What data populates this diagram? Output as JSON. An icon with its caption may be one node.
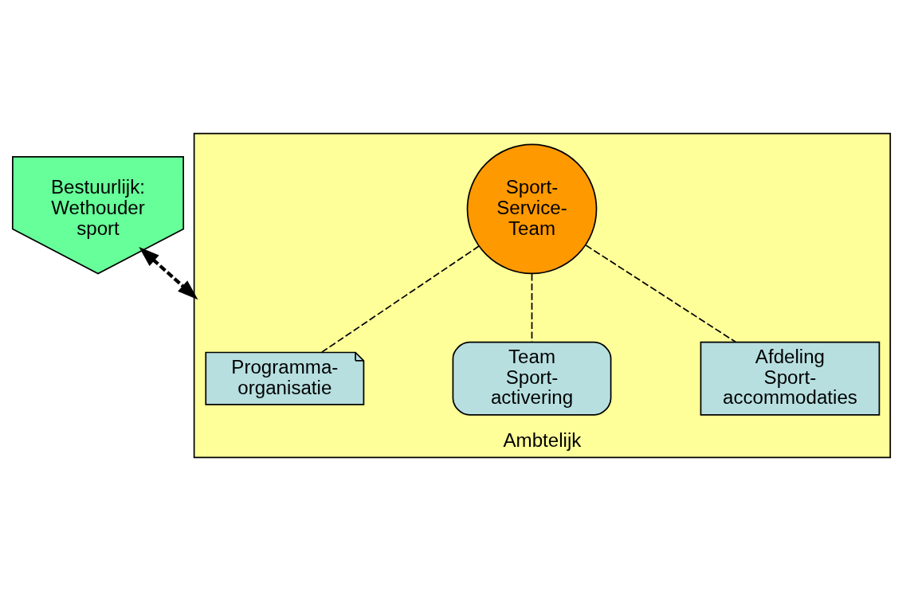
{
  "diagram": {
    "nodes": [
      {
        "text": [
          "Bestuurlijk:",
          "Wethouder sport"
        ]
      },
      {
        "text": [
          "Ambtelijk"
        ]
      },
      {
        "text": [
          "Programma- organisatie"
        ],
        "in": 1
      },
      {
        "text": [
          "Sport- Service- Team"
        ],
        "in": 1
      },
      {
        "text": [
          "Team Sport- activering"
        ],
        "in": 1
      },
      {
        "text": [
          "Afdeling Sport- accommodaties"
        ],
        "in": 1
      }
    ],
    "edges": [
      {
        "from": 0,
        "to": 1,
        "arrow": "both",
        "style": "dashed"
      },
      {
        "from": 3,
        "to": 2,
        "arrow": "none",
        "style": "dashed"
      },
      {
        "from": 3,
        "to": 4,
        "arrow": "none",
        "style": "dashed"
      },
      {
        "from": 3,
        "to": 5,
        "arrow": "none",
        "style": "dashed"
      }
    ]
  }
}
